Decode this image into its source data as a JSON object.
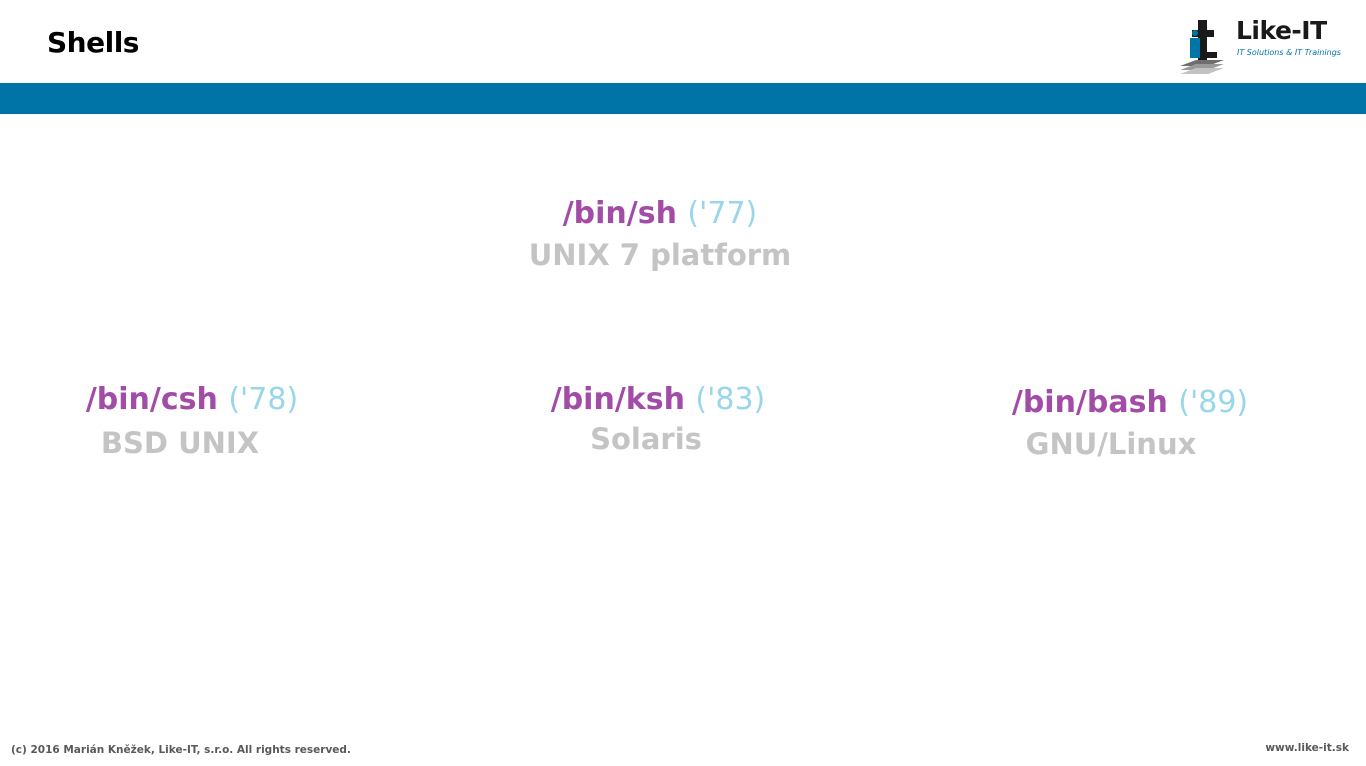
{
  "slide": {
    "title": "Shells"
  },
  "logo": {
    "name": "Like-IT",
    "tagline": "IT Solutions & IT Trainings",
    "icon": "like-it-logo-icon"
  },
  "colors": {
    "band": "#0074a6",
    "shell_path": "#a24ca8",
    "shell_year": "#99d6ea",
    "platform": "#c4c4c4"
  },
  "shells": {
    "sh": {
      "path": "/bin/sh",
      "year": "('77)",
      "platform": "UNIX 7 platform"
    },
    "csh": {
      "path": "/bin/csh",
      "year": "('78)",
      "platform": "BSD UNIX"
    },
    "ksh": {
      "path": "/bin/ksh",
      "year": "('83)",
      "platform": "Solaris"
    },
    "bash": {
      "path": "/bin/bash",
      "year": "('89)",
      "platform": "GNU/Linux"
    }
  },
  "footer": {
    "copyright": "(c) 2016 Marián Kněžek, Like-IT, s.r.o. All rights reserved.",
    "website": "www.like-it.sk"
  }
}
